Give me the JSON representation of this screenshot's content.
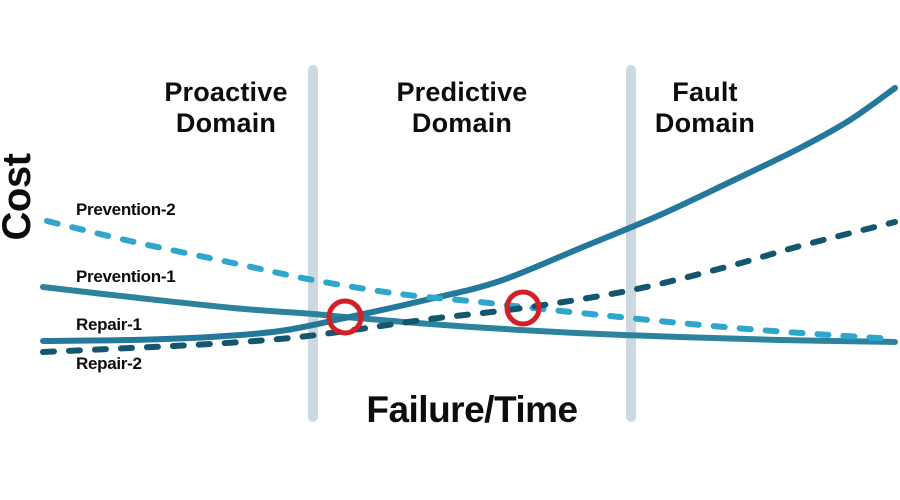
{
  "chart_data": {
    "type": "line",
    "title": "",
    "xlabel": "Failure/Time",
    "ylabel": "Cost",
    "axes_note": "Conceptual chart: axes have no tick marks or numeric scale; point coordinates below are pixel positions in the 900x500 image with y increasing downward (higher y = lower cost)",
    "legend_position": "labels inline at left ends of curves",
    "grid": false,
    "domain_bands": [
      {
        "label": "Proactive Domain",
        "line1": "Proactive",
        "line2": "Domain"
      },
      {
        "label": "Predictive Domain",
        "line1": "Predictive",
        "line2": "Domain"
      },
      {
        "label": "Fault Domain",
        "line1": "Fault",
        "line2": "Domain"
      }
    ],
    "dividers": [
      {
        "x": 313,
        "y1": 70,
        "y2": 417
      },
      {
        "x": 631,
        "y1": 70,
        "y2": 417
      }
    ],
    "series": [
      {
        "name": "Prevention-1",
        "style": "solid",
        "color": "#2e839c",
        "width": 6,
        "trend": "slowly decreasing, flattening to the right",
        "points": [
          [
            43,
            287
          ],
          [
            130,
            297
          ],
          [
            233,
            308
          ],
          [
            313,
            314
          ],
          [
            345,
            317
          ],
          [
            430,
            324
          ],
          [
            520,
            330
          ],
          [
            600,
            334
          ],
          [
            680,
            337
          ],
          [
            780,
            340
          ],
          [
            895,
            342
          ]
        ]
      },
      {
        "name": "Repair-1",
        "style": "solid",
        "color": "#24789b",
        "width": 6,
        "trend": "increasing, accelerating (exponential-like)",
        "points": [
          [
            43,
            341
          ],
          [
            130,
            340
          ],
          [
            210,
            337
          ],
          [
            280,
            331
          ],
          [
            345,
            318
          ],
          [
            430,
            299
          ],
          [
            500,
            281
          ],
          [
            583,
            247
          ],
          [
            660,
            215
          ],
          [
            730,
            182
          ],
          [
            800,
            148
          ],
          [
            850,
            120
          ],
          [
            895,
            88
          ]
        ]
      },
      {
        "name": "Prevention-2",
        "style": "dashed",
        "color": "#2fa7cc",
        "width": 6,
        "trend": "decreasing, flattening to the right",
        "points": [
          [
            47,
            221
          ],
          [
            130,
            241
          ],
          [
            233,
            263
          ],
          [
            313,
            280
          ],
          [
            400,
            294
          ],
          [
            480,
            302
          ],
          [
            523,
            307
          ],
          [
            600,
            315
          ],
          [
            680,
            323
          ],
          [
            760,
            330
          ],
          [
            830,
            335
          ],
          [
            895,
            339
          ]
        ]
      },
      {
        "name": "Repair-2",
        "style": "dashed",
        "color": "#15566f",
        "width": 6,
        "trend": "increasing, accelerating",
        "points": [
          [
            43,
            352
          ],
          [
            130,
            348
          ],
          [
            210,
            344
          ],
          [
            290,
            338
          ],
          [
            360,
            329
          ],
          [
            430,
            319
          ],
          [
            523,
            308
          ],
          [
            632,
            290
          ],
          [
            730,
            266
          ],
          [
            800,
            246
          ],
          [
            895,
            222
          ]
        ]
      }
    ],
    "intersection_markers": [
      {
        "cx": 345,
        "cy": 317,
        "r": 16,
        "marks": "crossover of Prevention-1 and Repair-1, just right of first divider"
      },
      {
        "cx": 523,
        "cy": 308,
        "r": 16,
        "marks": "crossover of Prevention-2 and Repair-2, mid Predictive Domain"
      }
    ],
    "colors": {
      "divider": "#cdd9e0",
      "marker_ring": "#d31f26",
      "text": "#0d0d0d",
      "background": "#ffffff"
    },
    "dash_pattern": "11 15 (round caps)"
  }
}
